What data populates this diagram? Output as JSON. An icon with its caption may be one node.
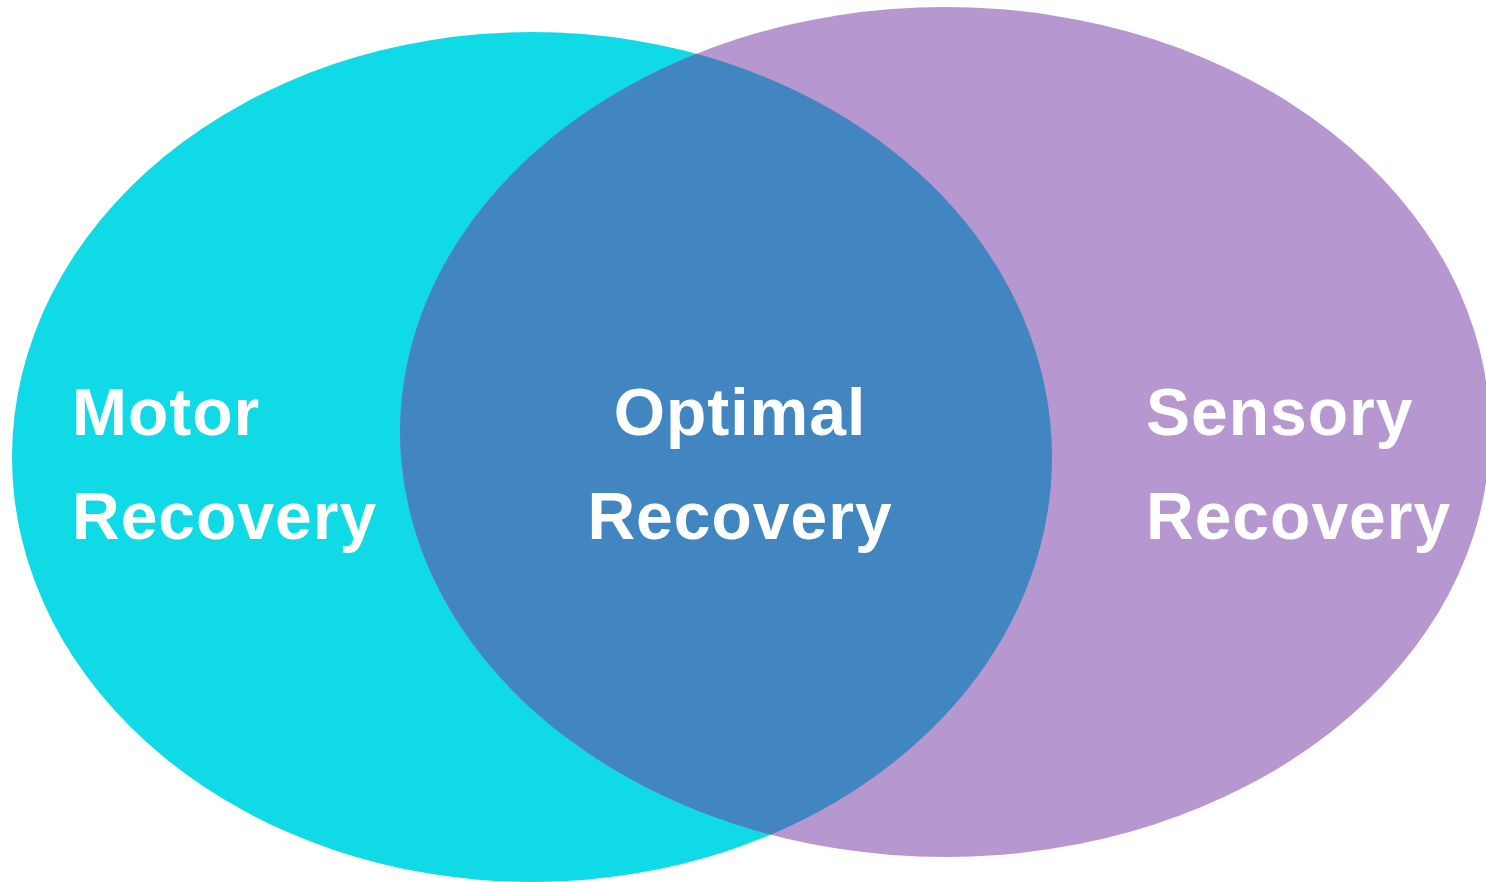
{
  "diagram": {
    "nodes": [
      {
        "text": [
          "Motor Recovery"
        ]
      },
      {
        "text": [
          "Optimal Recovery"
        ]
      },
      {
        "text": [
          "Sensory Recovery"
        ]
      }
    ]
  }
}
